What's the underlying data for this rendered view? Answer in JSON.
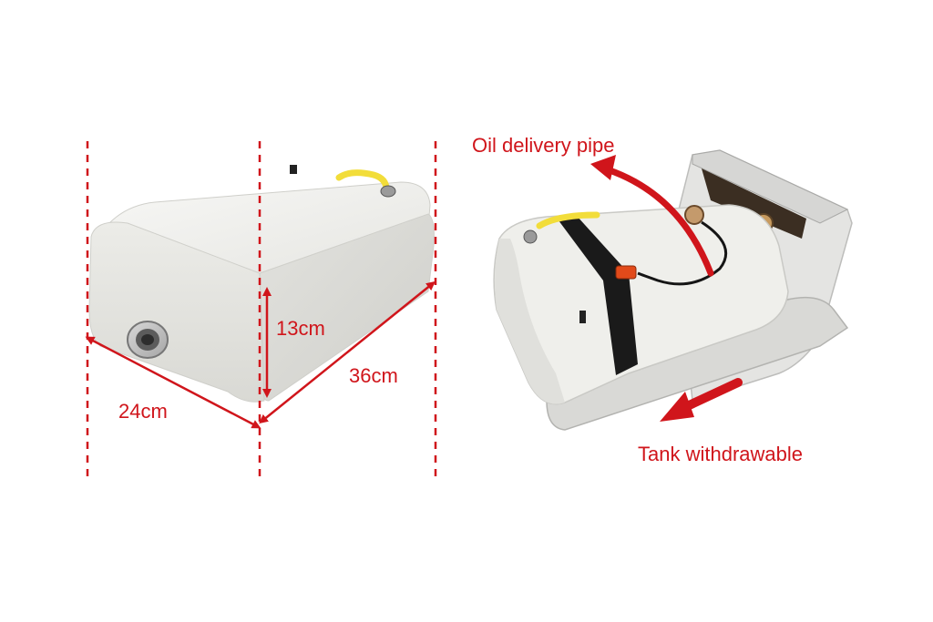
{
  "colors": {
    "annotation": "#d0151b",
    "tank_body": "#eeeeea",
    "strap": "#1a1a1a",
    "fuel_line": "#f2dd3a"
  },
  "dimensions": {
    "height": "13cm",
    "length": "36cm",
    "width": "24cm"
  },
  "callouts": {
    "oil_pipe": "Oil delivery pipe",
    "withdrawable": "Tank withdrawable"
  }
}
